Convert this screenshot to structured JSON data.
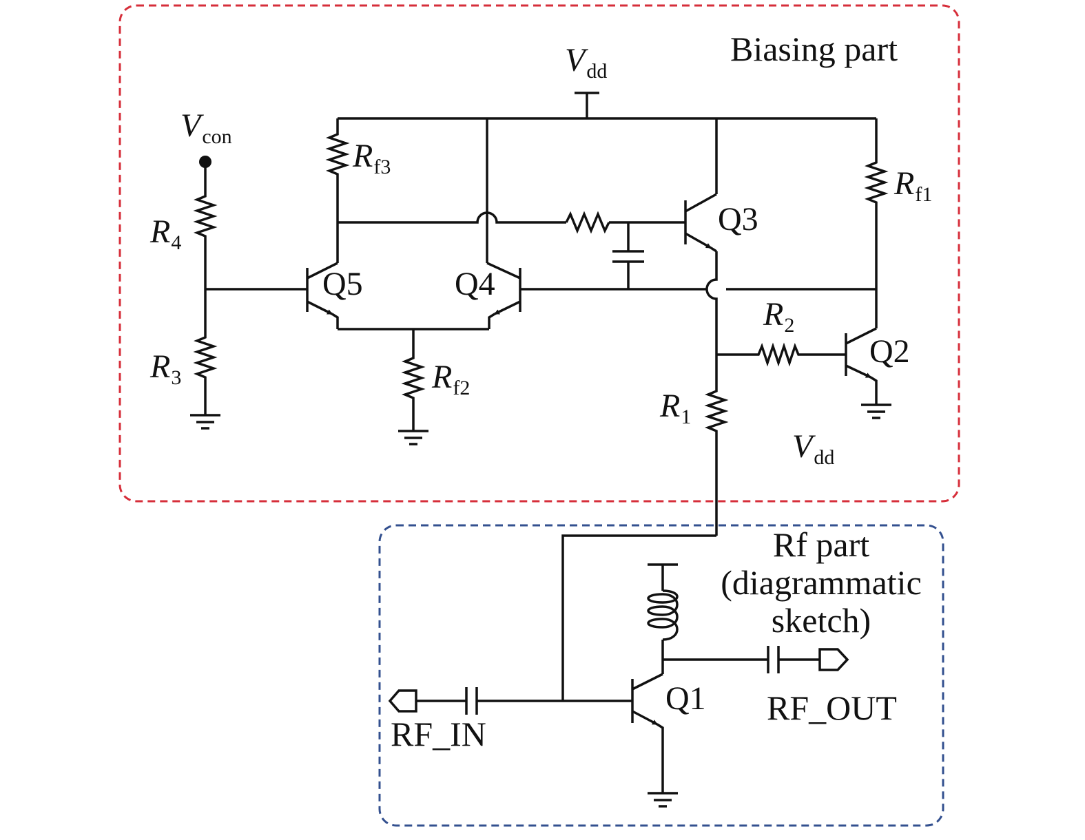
{
  "boxes": {
    "biasing": {
      "title": "Biasing part",
      "color": "#d62e3a"
    },
    "rf": {
      "title_lines": [
        "Rf part",
        "(diagrammatic",
        "sketch)"
      ],
      "color": "#33508f"
    }
  },
  "supplies": {
    "vdd_top": {
      "main": "V",
      "sub": "dd"
    },
    "vdd_lower": {
      "main": "V",
      "sub": "dd"
    },
    "vcon": {
      "main": "V",
      "sub": "con"
    }
  },
  "resistors": {
    "r1": {
      "main": "R",
      "sub": "1"
    },
    "r2": {
      "main": "R",
      "sub": "2"
    },
    "r3": {
      "main": "R",
      "sub": "3"
    },
    "r4": {
      "main": "R",
      "sub": "4"
    },
    "rf1": {
      "main": "R",
      "sub": "f1"
    },
    "rf2": {
      "main": "R",
      "sub": "f2"
    },
    "rf3": {
      "main": "R",
      "sub": "f3"
    }
  },
  "transistors": {
    "q1": "Q1",
    "q2": "Q2",
    "q3": "Q3",
    "q4": "Q4",
    "q5": "Q5"
  },
  "ports": {
    "rf_in": "RF_IN",
    "rf_out": "RF_OUT"
  }
}
